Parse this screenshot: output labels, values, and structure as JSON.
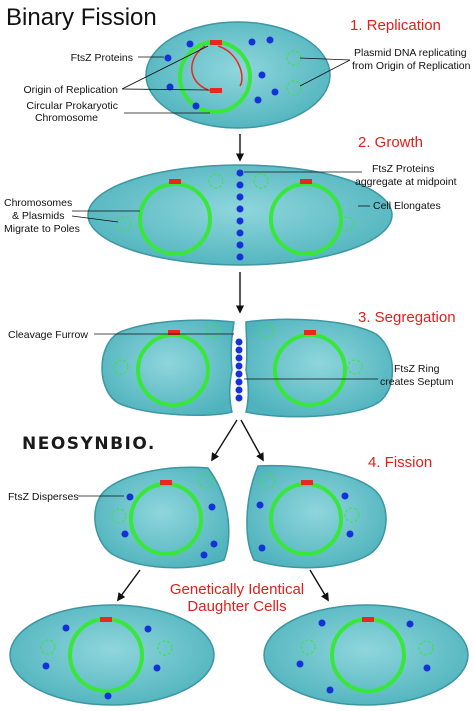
{
  "title": "Binary Fission",
  "logo": "NEOSYNBIO.",
  "steps": {
    "s1": "1. Replication",
    "s2": "2. Growth",
    "s3": "3. Segregation",
    "s4": "4. Fission"
  },
  "labels": {
    "ftsz_proteins": "FtsZ Proteins",
    "origin": "Origin of Replication",
    "chromo_1": "Circular Prokaryotic",
    "chromo_2": "Chromosome",
    "plasmid_1": "Plasmid DNA replicating",
    "plasmid_2": "from Origin of Replication",
    "ftsz_agg_1": "FtsZ Proteins",
    "ftsz_agg_2": "aggregate at midpoint",
    "migrate_1": "Chromosomes",
    "migrate_2": "& Plasmids",
    "migrate_3": "Migrate to Poles",
    "elongates": "Cell Elongates",
    "cleavage": "Cleavage Furrow",
    "ring_1": "FtsZ Ring",
    "ring_2": "creates Septum",
    "disperses": "FtsZ Disperses",
    "daughter_1": "Genetically Identical",
    "daughter_2": "Daughter Cells"
  },
  "colors": {
    "cell_fill": "#5fbfc7",
    "cell_stroke": "#3d96a3",
    "chromosome": "#39e63a",
    "origin": "#e8281e",
    "ftsz": "#1432d6",
    "text_red": "#e0201b"
  }
}
